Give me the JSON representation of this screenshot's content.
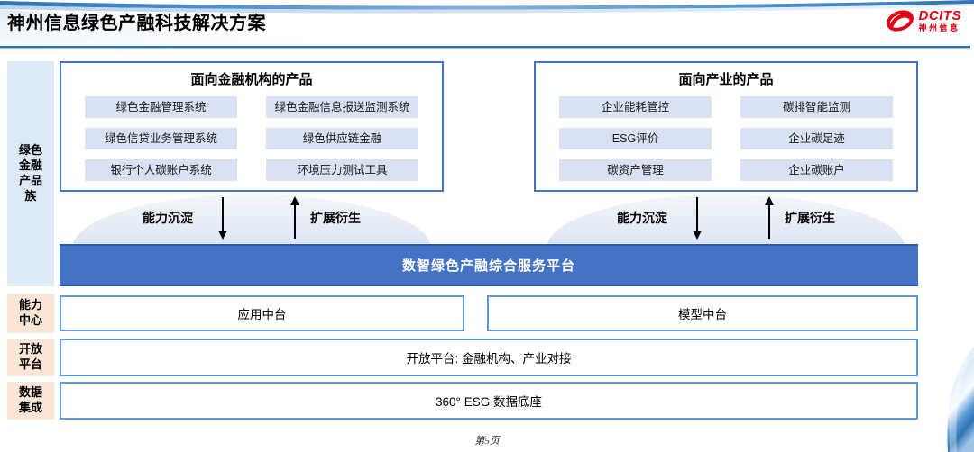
{
  "header": {
    "title": "神州信息绿色产融科技解决方案",
    "logo": {
      "brand": "DCITS",
      "brand_cn": "神州信息"
    }
  },
  "sidebar": {
    "product_family": {
      "label": "绿色金融产品族",
      "lines": [
        "绿色",
        "金融",
        "产品",
        "族"
      ]
    },
    "capability_center": {
      "label": "能力中心",
      "lines": [
        "能力",
        "中心"
      ]
    },
    "open_platform": {
      "label": "开放平台",
      "lines": [
        "开放",
        "平台"
      ]
    },
    "data_integration": {
      "label": "数据集成",
      "lines": [
        "数据",
        "集成"
      ]
    }
  },
  "product_groups": [
    {
      "title": "面向金融机构的产品",
      "items": [
        "绿色金融管理系统",
        "绿色金融信息报送监测系统",
        "绿色信贷业务管理系统",
        "绿色供应链金融",
        "银行个人碳账户系统",
        "环境压力测试工具"
      ]
    },
    {
      "title": "面向产业的产品",
      "items": [
        "企业能耗管控",
        "碳排智能监测",
        "ESG评价",
        "企业碳足迹",
        "碳资产管理",
        "企业碳账户"
      ]
    }
  ],
  "flow_labels": {
    "down": "能力沉淀",
    "up": "扩展衍生"
  },
  "platform_bar": {
    "label": "数智绿色产融综合服务平台"
  },
  "capability_row": {
    "app": "应用中台",
    "model": "模型中台"
  },
  "open_platform_row": "开放平台: 金融机构、产业对接",
  "data_base_row": "360° ESG 数据底座",
  "footer": {
    "page": "第5页"
  },
  "colors": {
    "platform_blue": "#4472C4",
    "chip_blue": "#D9E2F3",
    "sidebar_blue": "#DCE9F7",
    "sidebar_peach": "#FBE5D6",
    "border_light_blue": "#5B9BD5",
    "rule_blue": "#2E75B6",
    "logo_red": "#E60012"
  }
}
